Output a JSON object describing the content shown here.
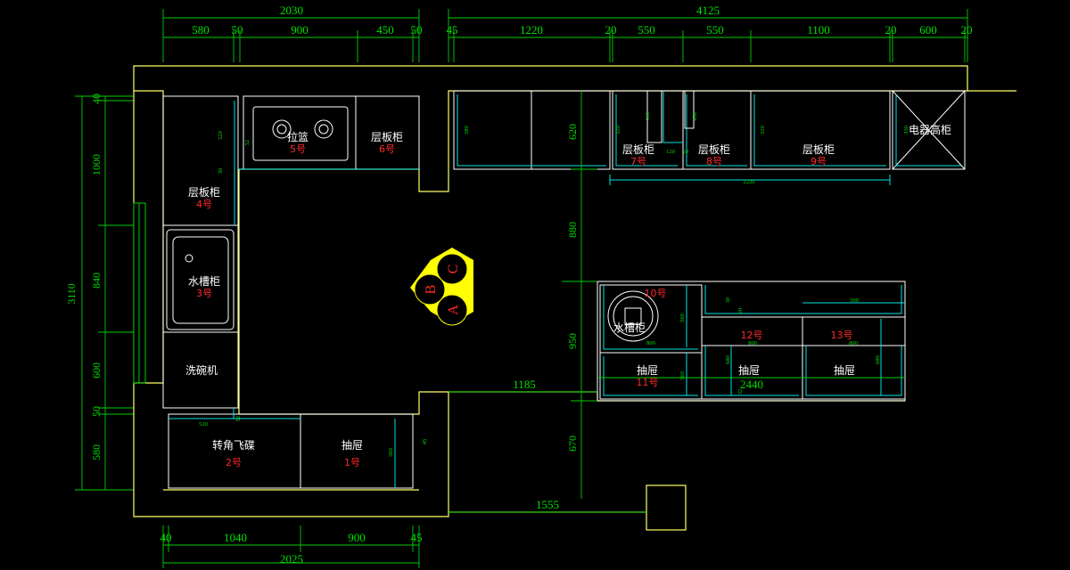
{
  "top_dims": {
    "total_left": "2030",
    "total_right": "4125",
    "left_segments": [
      "580",
      "50",
      "900",
      "450",
      "50"
    ],
    "right_segments": [
      "45",
      "1220",
      "20",
      "550",
      "550",
      "1100",
      "20",
      "600",
      "20"
    ]
  },
  "bottom_dims": {
    "segments": [
      "40",
      "1040",
      "900",
      "45"
    ],
    "total": "2025"
  },
  "left_dims": {
    "total": "3110",
    "segments": [
      "40",
      "1000",
      "840",
      "600",
      "50",
      "580"
    ]
  },
  "middle_dims": {
    "v_620": "620",
    "v_880": "880",
    "v_950": "950",
    "v_670": "670",
    "h_1185": "1185",
    "h_1555": "1555",
    "h_2440": "2440"
  },
  "small_dims": {
    "d520a": "520",
    "d52a": "52",
    "d30": "30",
    "d520b": "520",
    "d52b": "52",
    "d560": "560",
    "d45": "45",
    "d580": "580",
    "d410": "410",
    "d430": "430",
    "d320a": "320",
    "d320b": "320",
    "d120": "120",
    "d20a": "20",
    "d2220": "2220",
    "d330": "330",
    "d560b": "560",
    "d500": "500",
    "d20b": "20",
    "d800a": "800",
    "d800b": "800",
    "d800c": "800",
    "d680a": "680",
    "d680b": "680",
    "d560c": "560",
    "d32": "32",
    "d30b": "30"
  },
  "labels": {
    "basket": "拉篮",
    "no5": "5号",
    "shelf6": "层板柜",
    "no6": "6号",
    "shelf4": "层板柜",
    "no4": "4号",
    "sink3": "水槽柜",
    "no3": "3号",
    "dishwasher": "洗碗机",
    "corner": "转角飞碟",
    "no2": "2号",
    "drawer1": "抽屉",
    "no1": "1号",
    "shelf7": "层板柜",
    "no7": "7号",
    "shelf8": "层板柜",
    "no8": "8号",
    "shelf9": "层板柜",
    "no9": "9号",
    "tall": "电器高柜",
    "no10": "10号",
    "sink10": "水槽柜",
    "drawer11": "抽屉",
    "no11": "11号",
    "no12": "12号",
    "drawer12": "抽屉",
    "no13": "13号",
    "drawer13": "抽屉"
  },
  "view_markers": [
    "A",
    "B",
    "C"
  ],
  "colors": {
    "background": "#000000",
    "wall": "#ffff66",
    "cabinet": "#ffffff",
    "dimension": "#00e000",
    "cabinet_detail": "#00e5e5",
    "cabinet_number": "#ff2a2a",
    "marker": "#ffff00"
  }
}
